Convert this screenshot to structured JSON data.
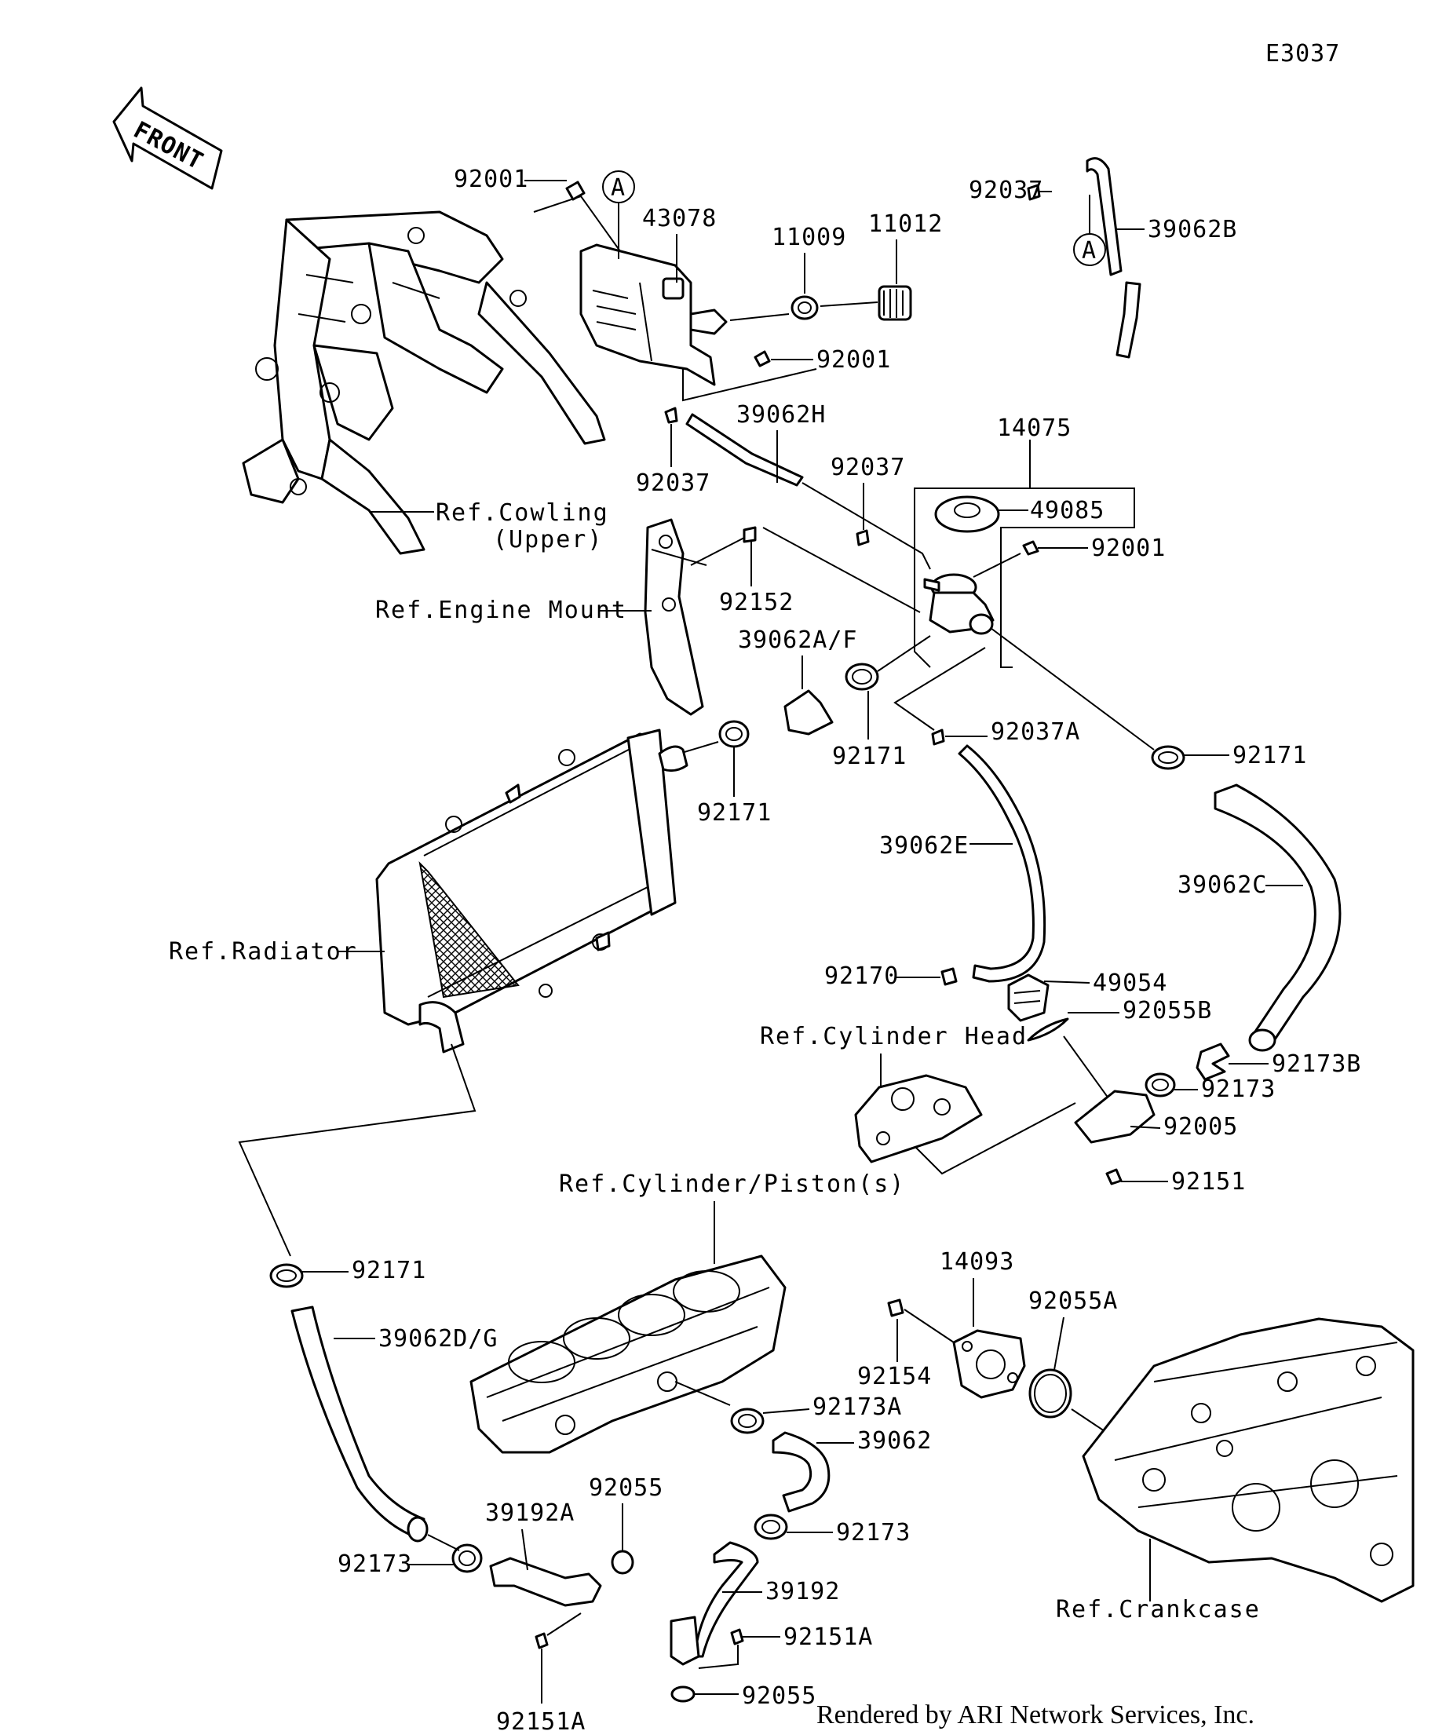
{
  "diagram_code": "E3037",
  "front_arrow_label": "FRONT",
  "callouts": {
    "a_top": "A",
    "a_right": "A"
  },
  "part_numbers": {
    "p92001_top": "92001",
    "p43078": "43078",
    "p11009": "11009",
    "p11012": "11012",
    "p92037_top_right": "92037",
    "p39062B": "39062B",
    "p92001_tank": "92001",
    "p39062H": "39062H",
    "p92037_tank": "92037",
    "p14075": "14075",
    "p92037_mid": "92037",
    "p49085": "49085",
    "p92001_cap": "92001",
    "p92152": "92152",
    "p39062AF": "39062A/F",
    "p92171_a": "92171",
    "p92171_b": "92171",
    "p92037A": "92037A",
    "p92171_c": "92171",
    "p39062E": "39062E",
    "p39062C": "39062C",
    "p92170": "92170",
    "p49054": "49054",
    "p92055B": "92055B",
    "p92173B": "92173B",
    "p92173_mid": "92173",
    "p92005": "92005",
    "p92151": "92151",
    "p92171_d": "92171",
    "p39062DG": "39062D/G",
    "p14093": "14093",
    "p92055A": "92055A",
    "p92154": "92154",
    "p92173A": "92173A",
    "p39062": "39062",
    "p92055_a": "92055",
    "p39192A": "39192A",
    "p92173_low_left": "92173",
    "p92173_low_right": "92173",
    "p39192": "39192",
    "p92151A_right": "92151A",
    "p92151A_left": "92151A",
    "p92055_b": "92055"
  },
  "references": {
    "cowling_line1": "Ref.Cowling",
    "cowling_line2": "(Upper)",
    "engine_mount": "Ref.Engine Mount",
    "radiator": "Ref.Radiator",
    "cylinder_head": "Ref.Cylinder Head",
    "cylinder_piston": "Ref.Cylinder/Piston(s)",
    "crankcase": "Ref.Crankcase"
  },
  "credit": "Rendered by ARI Network Services, Inc."
}
